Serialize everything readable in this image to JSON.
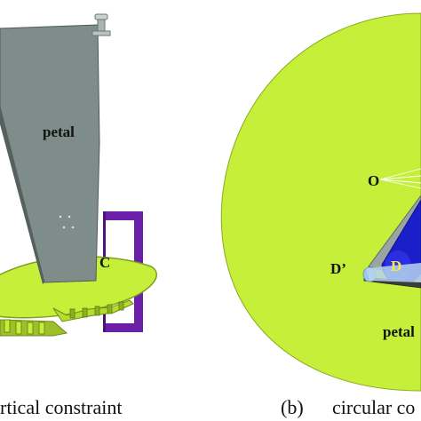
{
  "panel_a": {
    "petal_label": "petal",
    "point_label": "C",
    "caption": "rtical constraint"
  },
  "panel_b": {
    "label_o": "O",
    "label_d_prime": "D’",
    "label_d": "D",
    "petal_label": "petal",
    "caption_index": "(b)",
    "caption": "circular co"
  },
  "colors": {
    "green": "#c6ef3a",
    "dark_green": "#7f9e1e",
    "petal_gray": "#7e8d8a",
    "petal_dark": "#56615f",
    "purple": "#6a1fa8",
    "blue": "#1b1fc9",
    "light_blue": "#9fc6e8"
  }
}
